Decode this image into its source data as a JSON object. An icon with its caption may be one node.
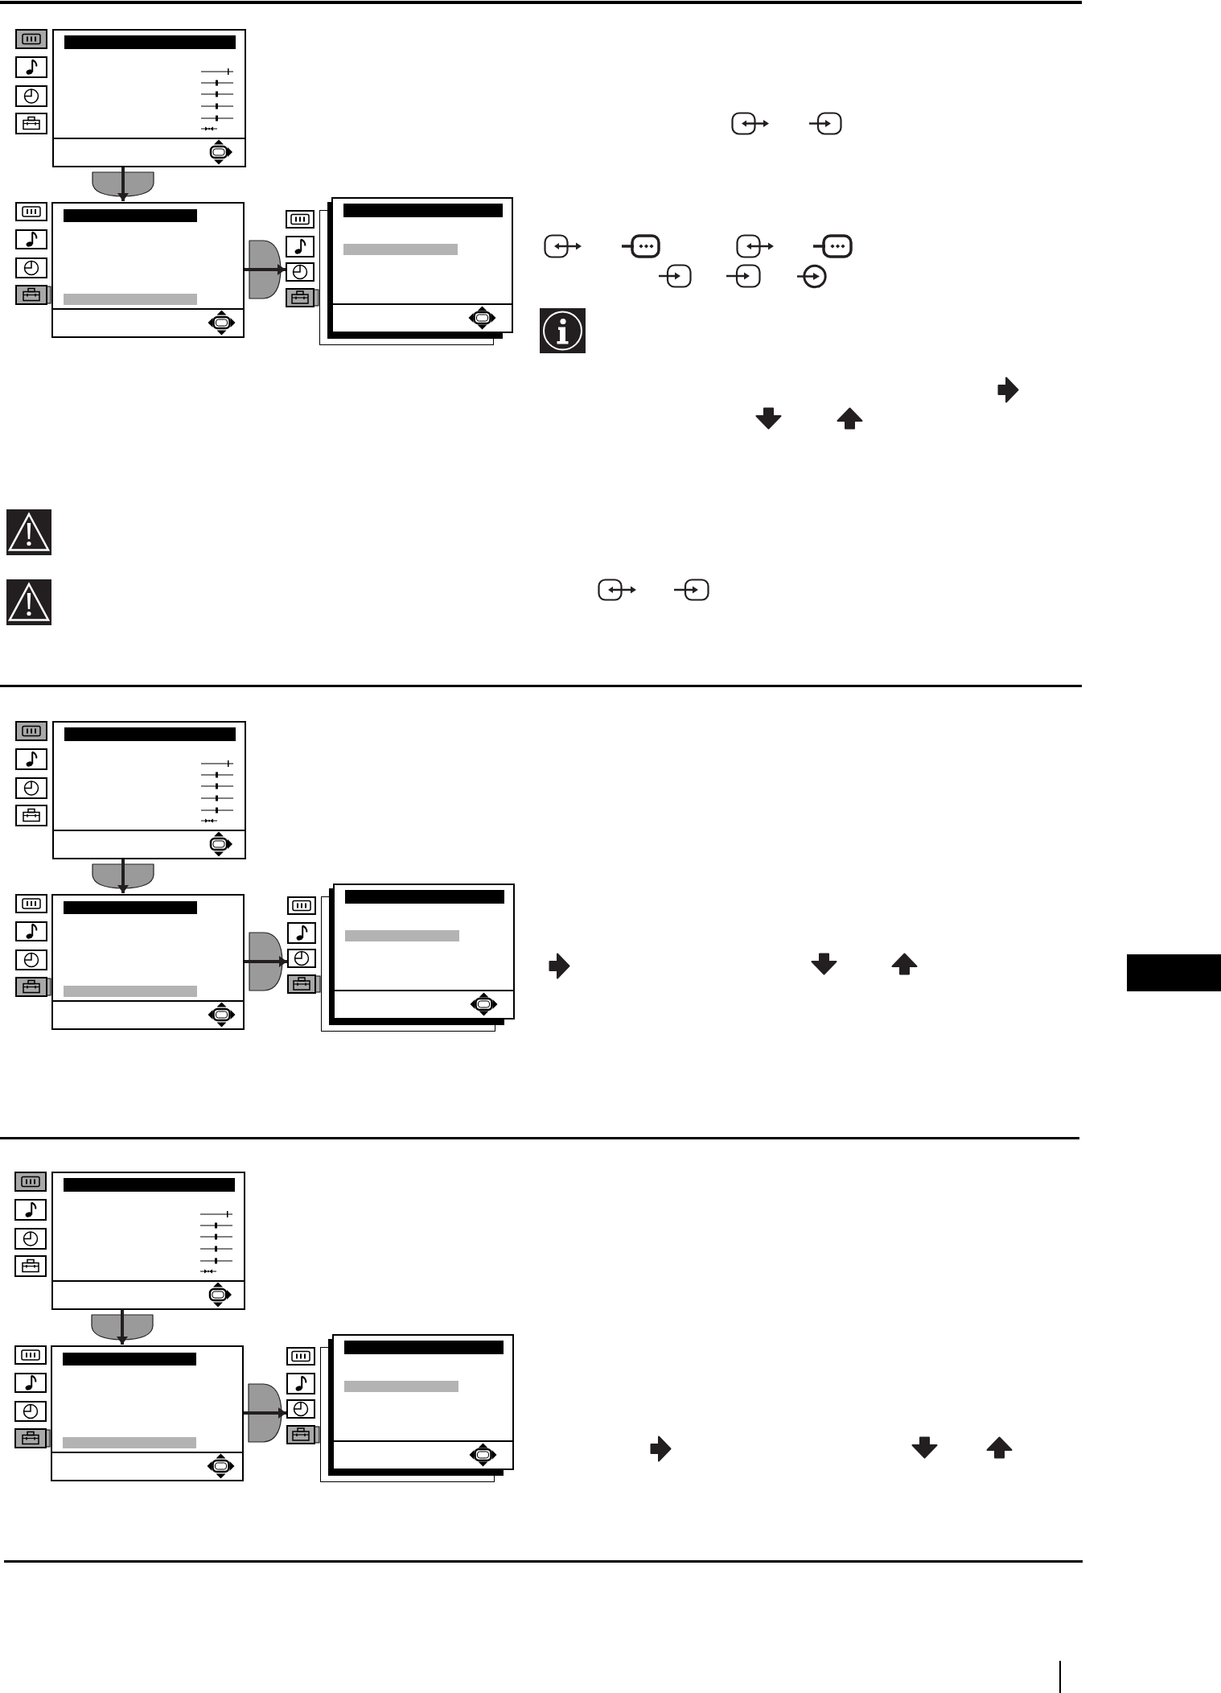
{
  "diagram": {
    "nodes": [
      {
        "text": [],
        "shape": "box"
      },
      {
        "text": [],
        "shape": "box"
      },
      {
        "text": [],
        "shape": "box"
      },
      {
        "text": [],
        "shape": "box"
      },
      {
        "text": [],
        "shape": "box"
      },
      {
        "text": [],
        "shape": "box"
      },
      {
        "text": [],
        "shape": "box"
      },
      {
        "text": [],
        "shape": "box"
      },
      {
        "text": [],
        "shape": "box"
      },
      {
        "text": [],
        "shape": "box"
      }
    ],
    "edges": [
      {
        "from": 0,
        "to": 1,
        "arrow": "to"
      },
      {
        "from": 1,
        "to": 2,
        "arrow": "to"
      },
      {
        "from": 3,
        "to": 4,
        "arrow": "to"
      },
      {
        "from": 4,
        "to": 5,
        "arrow": "to"
      },
      {
        "from": 7,
        "to": 8,
        "arrow": "to"
      },
      {
        "from": 8,
        "to": 9,
        "arrow": "to"
      }
    ]
  }
}
